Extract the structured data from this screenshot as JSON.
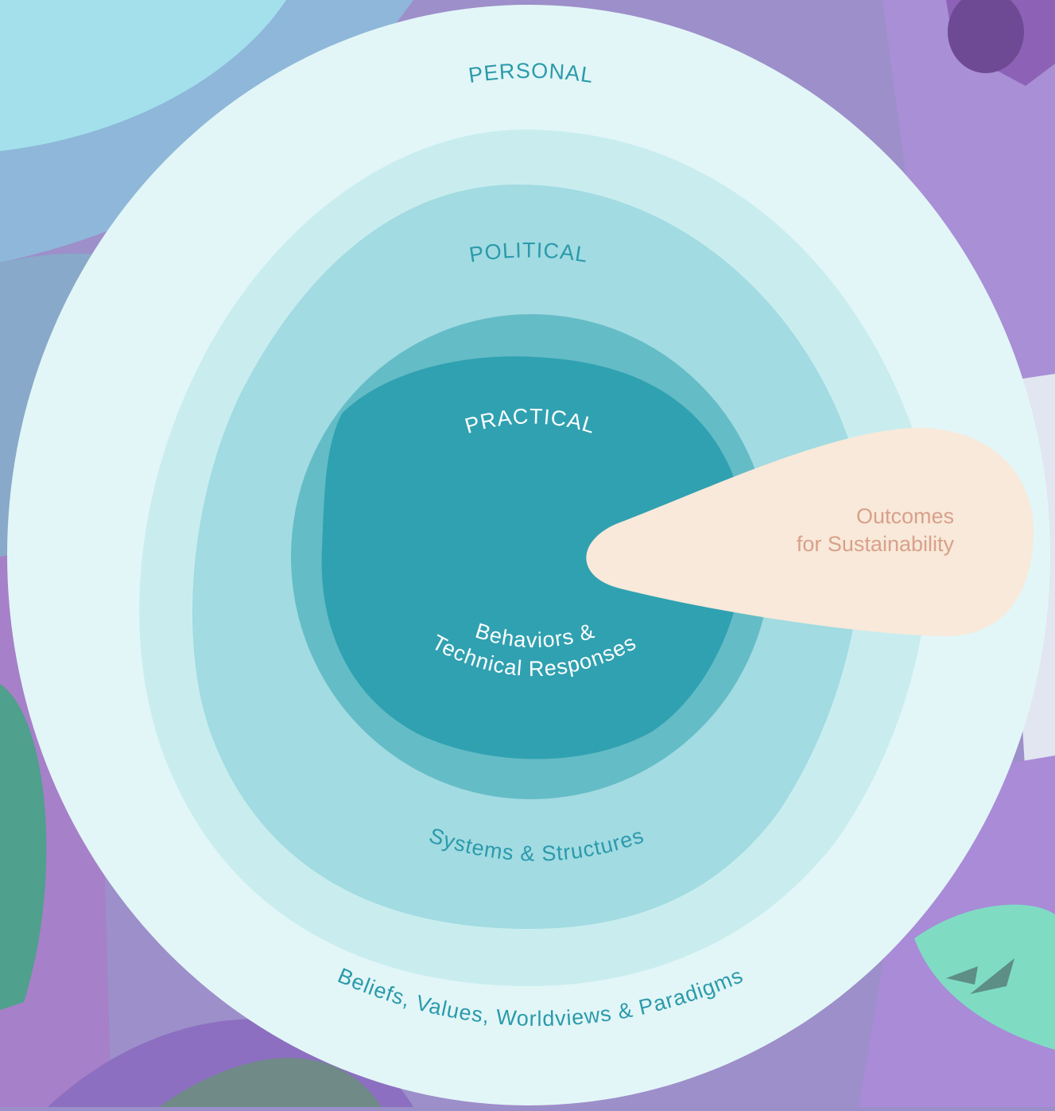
{
  "diagram": {
    "layers": [
      {
        "heading": "PERSONAL",
        "caption": "Beliefs, Values, Worldviews & Paradigms"
      },
      {
        "heading": "POLITICAL",
        "caption": "Systems & Structures"
      },
      {
        "heading": "PRACTICAL",
        "caption_line1": "Behaviors &",
        "caption_line2": "Technical Responses"
      }
    ],
    "outcomes": {
      "line1": "Outcomes",
      "line2": "for Sustainability"
    }
  },
  "colors": {
    "personal": "#e2f6f7",
    "political_outer": "#c9edef",
    "political_inner": "#a2dbe2",
    "practical_outer": "#64bcc6",
    "practical_inner": "#30a1b1",
    "outcomes_fill": "#f8e9da",
    "outcomes_text": "#d9a08a",
    "label_dark": "#2b9aab",
    "label_light": "#ffffff"
  }
}
